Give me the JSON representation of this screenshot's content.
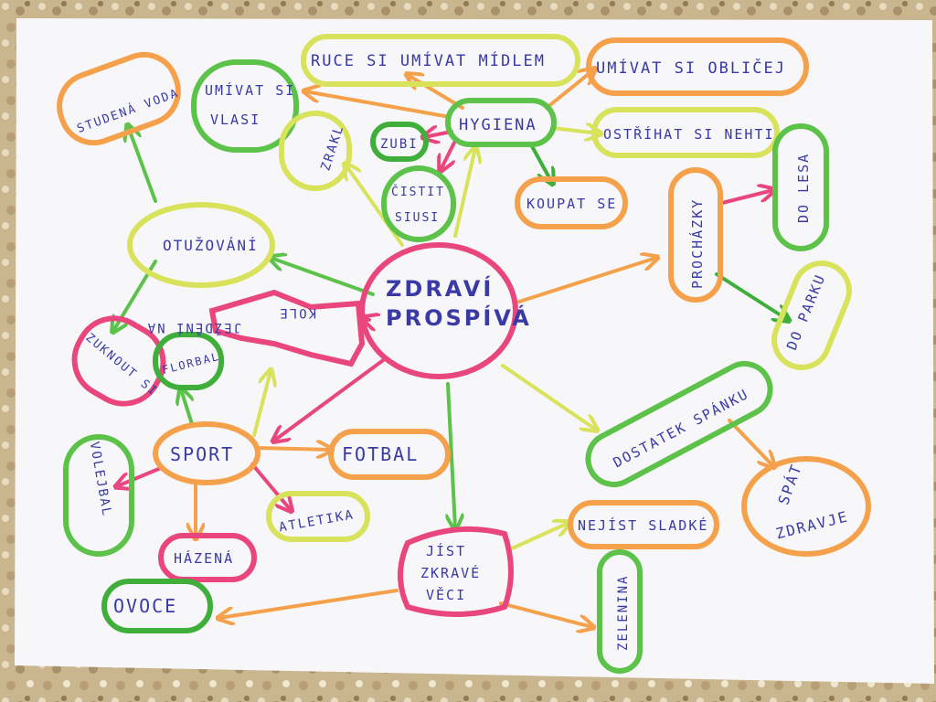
{
  "colors": {
    "paper": "#f7f7f9",
    "table": "#c9b58e",
    "ink": "#3a3aa6",
    "center_text": "#f39a3c",
    "pink": "#e8467c",
    "green": "#5cc24a",
    "yellow": "#d8e25a",
    "orange": "#f5a04a",
    "dark_green": "#3fae3a"
  },
  "center": {
    "line1": "ZDRAVÍ",
    "line2": "PROSPÍVÁ"
  },
  "nodes": {
    "hygiena": "HYGIENA",
    "ruce": "RUCE SI UMÍVAT MÍDLEM",
    "umivat_oblicej": "UMÍVAT SI OBLIČEJ",
    "umivat_vlasy_1": "UMÍVAT SI",
    "umivat_vlasy_2": "VLASI",
    "studena_voda": "STUDENÁ VODA",
    "zubi": "ZUBI",
    "zrakl": "ZRAKL",
    "cistit_1": "ČISTIT",
    "cistit_2": "SIUSI",
    "koupat": "KOUPAT SE",
    "ostrihat": "OSTŘÍHAT SI NEHTI",
    "prochazky": "PROCHÁZKY",
    "do_lesa": "DO LESA",
    "do_parku": "DO PARKU",
    "otuzovani": "OTUŽOVÁNÍ",
    "jezdeni_1": "JEŽDĚNÍ NA",
    "jezdeni_2": "KOLE",
    "zuknout": "ZUKNOUT SI",
    "florbal": "FLORBAL",
    "sport": "SPORT",
    "fotbal": "FOTBAL",
    "volejbal": "VOLEJBAL",
    "atletika": "ATLETIKA",
    "hazena": "HÁZENÁ",
    "dostatek": "DOSTATEK SPÁNKU",
    "spat_1": "SPÁT",
    "spat_2": "ZDRAVJE",
    "jist_1": "JÍST",
    "jist_2": "ZKRAVÉ",
    "jist_3": "VĚCI",
    "nejist": "NEJÍST SLADKÉ",
    "zelenina": "ZELENINA",
    "ovoce": "OVOCE"
  }
}
